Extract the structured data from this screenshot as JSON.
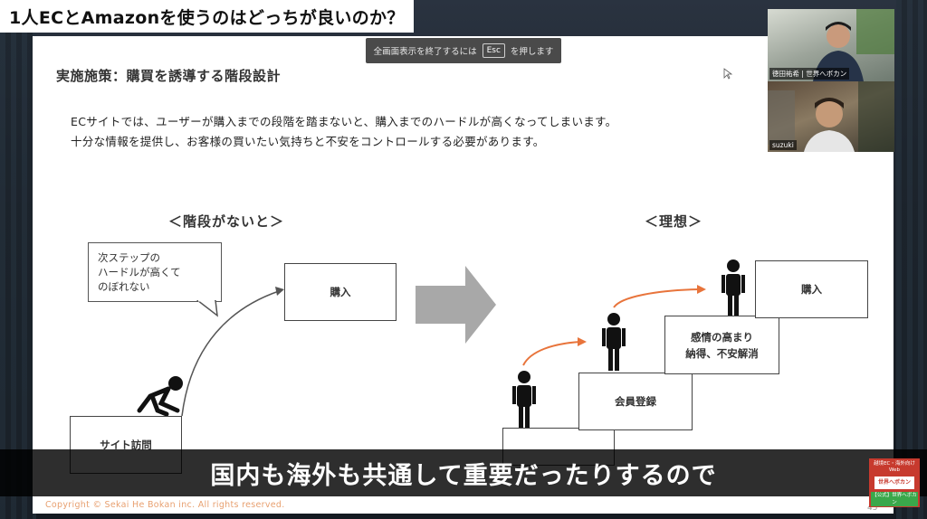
{
  "video_title": "1人ECとAmazonを使うのはどっちが良いのか？",
  "esc_bar": {
    "before": "全画面表示を終了するには",
    "key": "Esc",
    "after": "を押します"
  },
  "slide": {
    "title": "実施施策：購買を誘導する階段設計",
    "paragraph_line1": "ECサイトでは、ユーザーが購入までの段階を踏まないと、購入までのハードルが高くなってしまいます。",
    "paragraph_line2": "十分な情報を提供し、お客様の買いたい気持ちと不安をコントロールする必要があります。",
    "left_heading": "＜階段がないと＞",
    "right_heading": "＜理想＞",
    "bubble_line1": "次ステップの",
    "bubble_line2": "ハードルが高くて",
    "bubble_line3": "のぼれない",
    "left_purchase": "購入",
    "left_site_visit": "サイト訪問",
    "right_member": "会員登録",
    "right_emotion_line1": "感情の高まり",
    "right_emotion_line2": "納得、不安解消",
    "right_purchase": "購入",
    "copyright": "Copyright © Sekai He Bokan inc. All rights reserved.",
    "page_number": "45"
  },
  "camera_top_label": "徳田祐希 | 世界へボカン",
  "camera_bottom_label": "suzuki",
  "subtitle": "国内も海外も共通して重要だったりするので",
  "channel_badge": {
    "top": "越境EC・海外向けWeb",
    "middle": "世界へボカン",
    "bottom": "【公式】世界へボカン"
  },
  "colors": {
    "arrow_orange": "#e8743b",
    "big_arrow_gray": "#a8a8a8",
    "copyright": "#e8a070"
  }
}
